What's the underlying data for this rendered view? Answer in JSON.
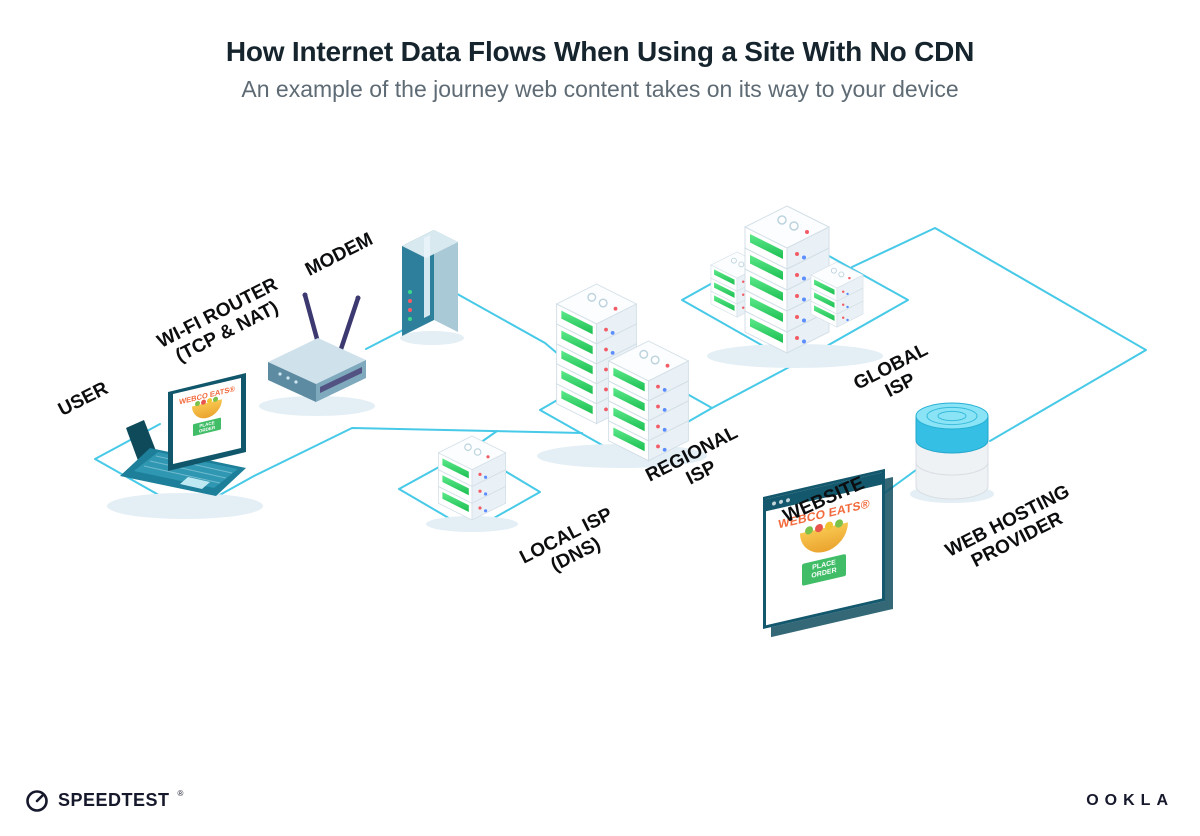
{
  "title": "How Internet Data Flows When Using a Site With No CDN",
  "subtitle": "An example of the journey web content takes on its way to your device",
  "nodes": {
    "user": {
      "label": "USER"
    },
    "router": {
      "label_line1": "WI-FI ROUTER",
      "label_line2": "(TCP & NAT)"
    },
    "modem": {
      "label": "MODEM"
    },
    "local_isp": {
      "label_line1": "LOCAL ISP",
      "label_line2": "(DNS)"
    },
    "regional_isp": {
      "label_line1": "REGIONAL",
      "label_line2": "ISP"
    },
    "global_isp": {
      "label_line1": "GLOBAL",
      "label_line2": "ISP"
    },
    "website": {
      "label": "WEBSITE"
    },
    "hosting": {
      "label_line1": "WEB HOSTING",
      "label_line2": "PROVIDER"
    }
  },
  "webco": {
    "brand": "WEBCO EATS®",
    "button_line1": "PLACE",
    "button_line2": "ORDER"
  },
  "footer": {
    "left_brand": "SPEEDTEST",
    "left_reg": "®",
    "right_brand": "OOKLA"
  },
  "colors": {
    "connection_line": "#47c9e8",
    "server_green": "#2ed158",
    "brand_dark": "#16182b",
    "webco_orange": "#f26a3c",
    "button_green": "#41bd68",
    "device_teal": "#1d7f99"
  }
}
